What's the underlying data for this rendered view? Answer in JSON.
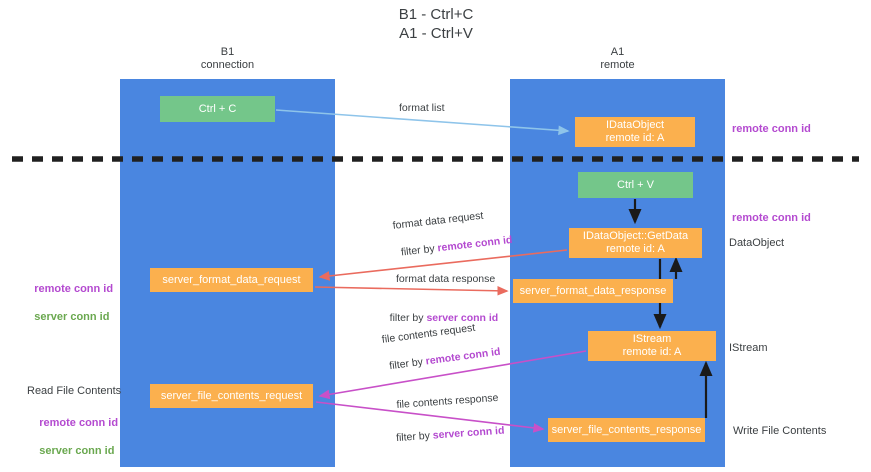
{
  "doc": {
    "title": "B1 - Ctrl+C\nA1 - Ctrl+V"
  },
  "lanes": [
    {
      "id": "b1",
      "title": "B1\nconnection",
      "color": "#4a86e0"
    },
    {
      "id": "a1",
      "title": "A1\nremote",
      "color": "#4a86e0"
    }
  ],
  "nodes": {
    "ctrl_c": "Ctrl + C",
    "ctrl_v": "Ctrl + V",
    "idataobject": "IDataObject\nremote id: A",
    "getdata": "IDataObject::GetData\nremote id: A",
    "istream": "IStream\nremote id: A",
    "server_format_data_request": "server_format_data_request",
    "server_format_data_response": "server_format_data_response",
    "server_file_contents_request": "server_file_contents_request",
    "server_file_contents_response": "server_file_contents_response"
  },
  "annotations": {
    "remote_conn_id_top": "remote conn id",
    "remote_conn_id_mid": "remote conn id",
    "dataobject": "DataObject",
    "istream": "IStream",
    "write_file_contents": "Write File Contents",
    "read_file_contents": "Read File Contents",
    "left_remote_conn_id": "remote conn id",
    "left_server_conn_id": "server conn id",
    "left_remote_conn_id_2": "remote conn id",
    "left_server_conn_id_2": "server conn id"
  },
  "edges": {
    "format_list": "format list",
    "format_data_request": "format data request",
    "format_data_request_filter_prefix": "filter by ",
    "format_data_request_filter_key": "remote conn id",
    "format_data_response": "format data response",
    "format_data_response_filter_prefix": "filter by ",
    "format_data_response_filter_key": "server conn id",
    "file_contents_request": "file contents request",
    "file_contents_request_filter_prefix": "filter by ",
    "file_contents_request_filter_key": "remote conn id",
    "file_contents_response": "file contents response",
    "file_contents_response_filter_prefix": "filter by ",
    "file_contents_response_filter_key": "server conn id"
  },
  "colors": {
    "lane": "#4a86e0",
    "green_box": "#74c68a",
    "orange_box": "#fbb04e",
    "purple": "#b44ad0",
    "green_text": "#6aa84f",
    "red_arrow": "#ea6b5e",
    "blue_arrow": "#8ec4ea",
    "magenta_arrow": "#c850c8",
    "dark_arrow": "#1a1a1a",
    "separator": "#202020"
  }
}
